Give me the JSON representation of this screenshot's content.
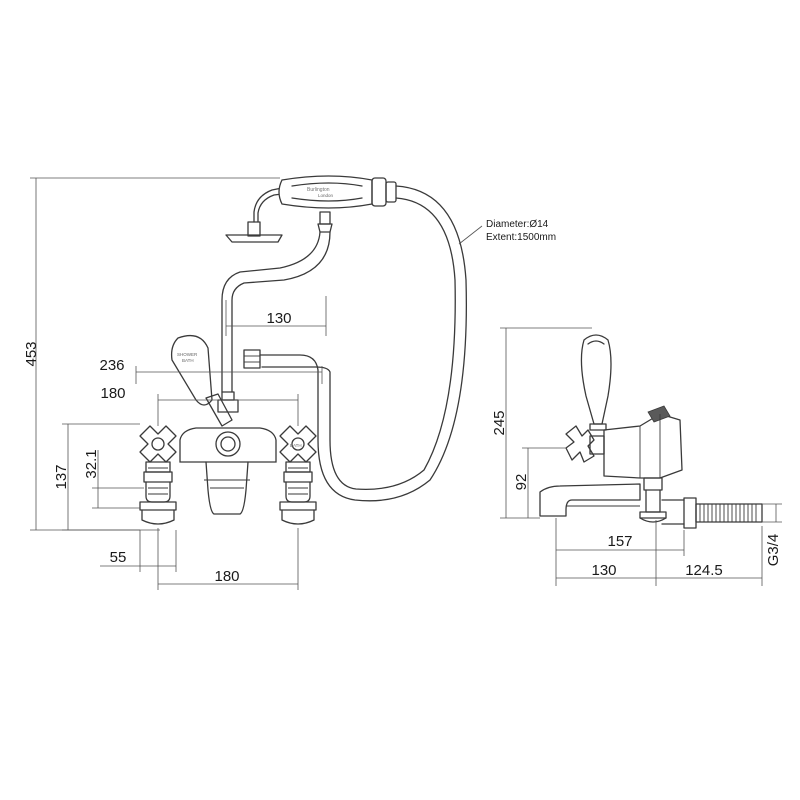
{
  "annotation": {
    "hose_diameter": "Diameter:Ø14",
    "hose_extent": "Extent:1500mm"
  },
  "handset": {
    "brand": "Burlington",
    "city": "London"
  },
  "handle_labels": {
    "left": "SHOWER",
    "left_sub": "BATH",
    "right": "BATH"
  },
  "dimensions": {
    "overall_height": "453",
    "width_236": "236",
    "width_180_top": "180",
    "width_130_top": "130",
    "height_137": "137",
    "height_32_1": "32.1",
    "width_55": "55",
    "width_180_bottom": "180",
    "side_height_245": "245",
    "side_height_92": "92",
    "side_width_157": "157",
    "side_width_130": "130",
    "side_width_124_5": "124.5",
    "thread_g3_4": "G3/4"
  }
}
